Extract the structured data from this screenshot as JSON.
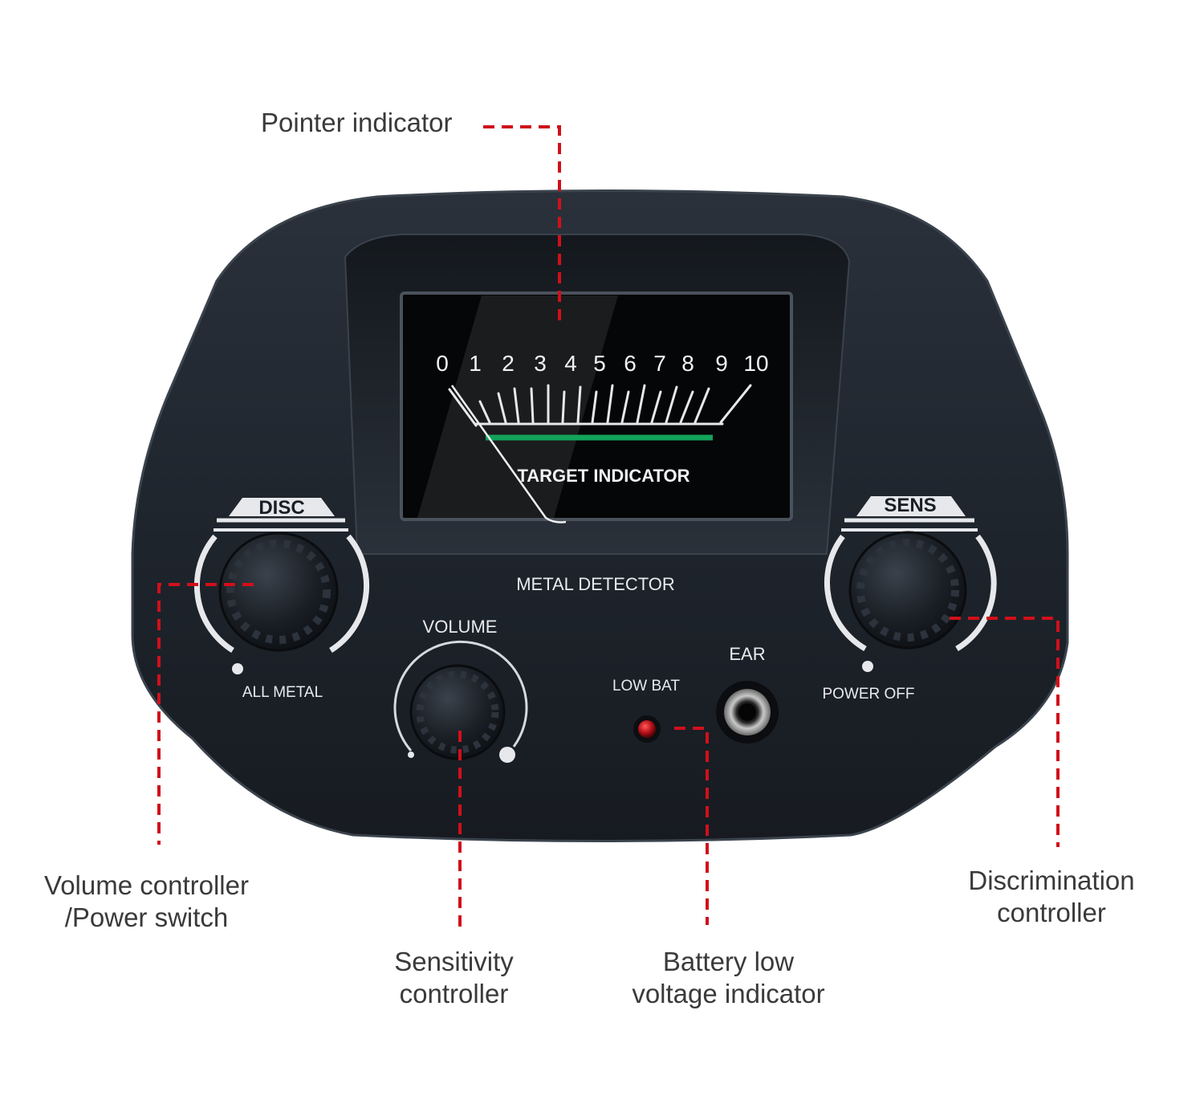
{
  "callouts": {
    "pointer": "Pointer indicator",
    "volume": [
      "Volume controller",
      "/Power switch"
    ],
    "sensitivity": [
      "Sensitivity",
      "controller"
    ],
    "battery": [
      "Battery low",
      "voltage indicator"
    ],
    "discrimination": [
      "Discrimination",
      "controller"
    ]
  },
  "panel": {
    "meter_numbers": [
      "0",
      "1",
      "2",
      "3",
      "4",
      "5",
      "6",
      "7",
      "8",
      "9",
      "10"
    ],
    "meter_label": "TARGET INDICATOR",
    "device_label": "METAL DETECTOR",
    "disc_label": "DISC",
    "all_metal_label": "ALL METAL",
    "sens_label": "SENS",
    "power_off_label": "POWER OFF",
    "volume_label": "VOLUME",
    "ear_label": "EAR",
    "low_bat_label": "LOW BAT"
  },
  "colors": {
    "callout_line": "#d0101b",
    "panel_body": "#1f252e",
    "meter_green": "#12a35a",
    "led_red": "#b8121a",
    "callout_text": "#3a3a3a"
  }
}
